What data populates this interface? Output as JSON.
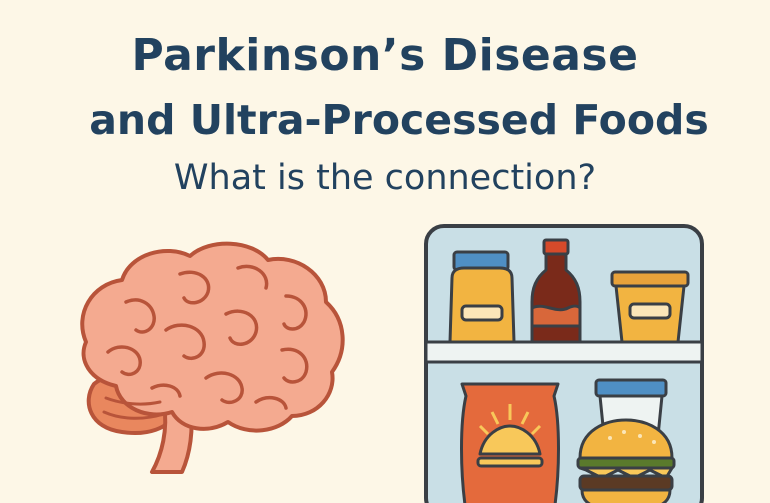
{
  "title": {
    "line1": "Parkinson’s Disease",
    "line2": "and Ultra-Processed Foods"
  },
  "subtitle": "What is the connection?",
  "colors": {
    "background": "#fdf7e7",
    "title_text": "#22425f",
    "brain_fill": "#f4aa90",
    "brain_outline": "#b8543a",
    "cerebellum_fill": "#e9875e",
    "fridge_fill": "#c9dfe6",
    "fridge_outline": "#3a3f45"
  },
  "illustration": {
    "left": "brain-icon",
    "right": "fridge-with-processed-foods-icon",
    "fridge_items": [
      "jar-icon",
      "soda-bottle-icon",
      "tub-icon",
      "chip-bag-icon",
      "cup-icon",
      "burger-icon"
    ]
  }
}
